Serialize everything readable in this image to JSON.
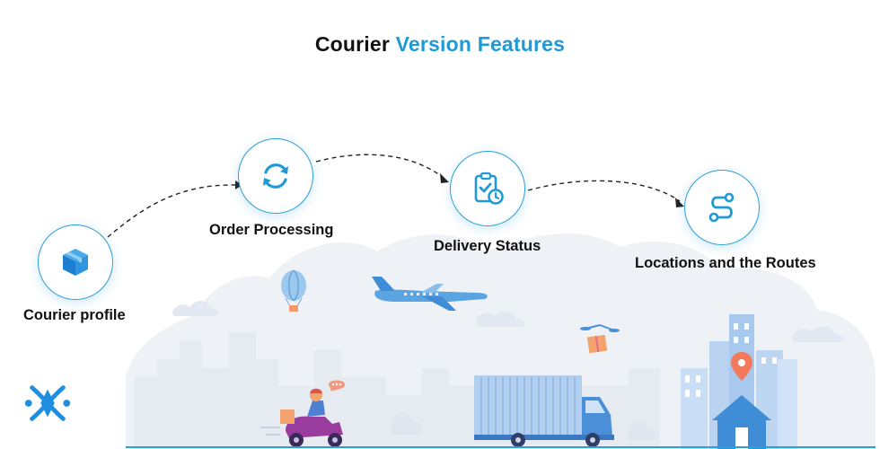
{
  "title": {
    "prefix": "Courier",
    "accent": "Version Features"
  },
  "steps": [
    {
      "label": "Courier profile",
      "icon": "box-icon"
    },
    {
      "label": "Order Processing",
      "icon": "refresh-icon"
    },
    {
      "label": "Delivery Status",
      "icon": "checklist-clock-icon"
    },
    {
      "label": "Locations and the Routes",
      "icon": "route-icon"
    }
  ],
  "colors": {
    "accent": "#1e9ad6",
    "text": "#111111",
    "skyline": "#eef1f6",
    "truck": "#a8c8ee",
    "building": "#9cc4ec"
  }
}
